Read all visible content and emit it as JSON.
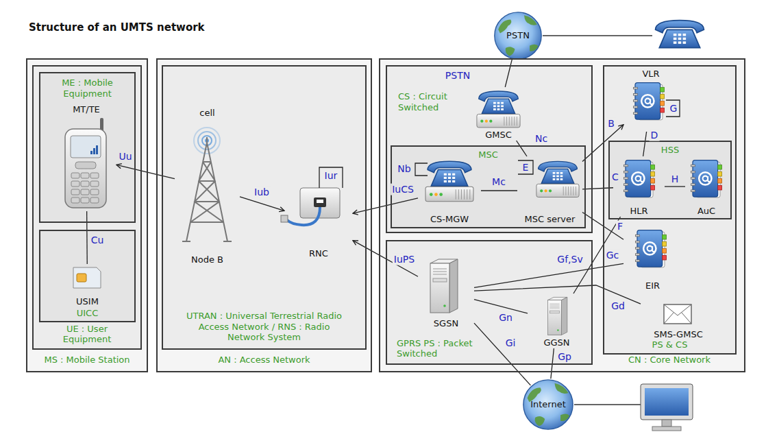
{
  "diagram": {
    "title": "Structure of an UMTS network",
    "nodes": [
      {
        "text": [
          "MS : Mobile Station"
        ]
      },
      {
        "text": [
          "UE : User Equipment"
        ],
        "in": 0
      },
      {
        "text": [
          "ME : Mobile Equipment"
        ],
        "in": 1
      },
      {
        "text": [
          "MT/TE"
        ],
        "in": 2
      },
      {
        "text": [
          "UICC"
        ],
        "in": 1
      },
      {
        "text": [
          "USIM"
        ],
        "in": 4
      },
      {
        "text": [
          "AN : Access Network"
        ]
      },
      {
        "text": [
          "UTRAN : Universal Terrestrial Radio Access Network / RNS : Radio Network System"
        ],
        "in": 6
      },
      {
        "text": [
          "cell",
          "Node B"
        ],
        "in": 7
      },
      {
        "text": [
          "RNC"
        ],
        "in": 7
      },
      {
        "text": [
          "PSTN"
        ]
      },
      {
        "text": [
          "CN : Core Network"
        ]
      },
      {
        "text": [
          "CS : Circuit Switched"
        ],
        "in": 11
      },
      {
        "text": [
          "GMSC"
        ],
        "in": 12
      },
      {
        "text": [
          "MSC"
        ],
        "in": 12
      },
      {
        "text": [
          "CS-MGW"
        ],
        "in": 14
      },
      {
        "text": [
          "MSC server"
        ],
        "in": 14
      },
      {
        "text": [
          "GPRS PS : Packet Switched"
        ],
        "in": 11
      },
      {
        "text": [
          "SGSN"
        ],
        "in": 17
      },
      {
        "text": [
          "GGSN"
        ],
        "in": 17
      },
      {
        "text": [
          "PS & CS"
        ],
        "in": 11
      },
      {
        "text": [
          "VLR"
        ],
        "in": 20
      },
      {
        "text": [
          "HSS"
        ],
        "in": 20
      },
      {
        "text": [
          "HLR"
        ],
        "in": 22
      },
      {
        "text": [
          "AuC"
        ],
        "in": 22
      },
      {
        "text": [
          "EIR"
        ],
        "in": 20
      },
      {
        "text": [
          "SMS-GMSC"
        ],
        "in": 20
      },
      {
        "text": [
          "Internet"
        ]
      }
    ],
    "edges": [
      {
        "from": 8,
        "to": 3,
        "label": "Uu",
        "arrow": "to"
      },
      {
        "from": 3,
        "to": 5,
        "label": "Cu",
        "arrow": "none"
      },
      {
        "from": 8,
        "to": 9,
        "label": "Iub",
        "arrow": "to"
      },
      {
        "from": 15,
        "to": 9,
        "label": "IuCS",
        "arrow": "to"
      },
      {
        "from": 18,
        "to": 9,
        "label": "IuPS",
        "arrow": "to"
      },
      {
        "from": 13,
        "to": 10,
        "label": "PSTN",
        "arrow": "none"
      },
      {
        "from": 13,
        "to": 16,
        "label": "Nc",
        "arrow": "none"
      },
      {
        "from": 15,
        "to": 16,
        "label": "Mc",
        "arrow": "none"
      },
      {
        "from": 16,
        "to": 21,
        "label": "B",
        "arrow": "to"
      },
      {
        "from": 16,
        "to": 23,
        "label": "C",
        "arrow": "none"
      },
      {
        "from": 21,
        "to": 23,
        "label": "D",
        "arrow": "none"
      },
      {
        "from": 23,
        "to": 24,
        "label": "H",
        "arrow": "none"
      },
      {
        "from": 16,
        "to": 25,
        "label": "F",
        "arrow": "none"
      },
      {
        "from": 18,
        "to": 25,
        "label": "Gf,Sv",
        "arrow": "none"
      },
      {
        "from": 18,
        "to": 26,
        "label": "Gd",
        "arrow": "none"
      },
      {
        "from": 19,
        "to": 23,
        "label": "Gc",
        "arrow": "none"
      },
      {
        "from": 18,
        "to": 19,
        "label": "Gn",
        "arrow": "none"
      },
      {
        "from": 18,
        "to": 27,
        "label": "Gi",
        "arrow": "none"
      },
      {
        "from": 19,
        "to": 27,
        "label": "Gp",
        "arrow": "none"
      }
    ],
    "labels": [
      "Iur",
      "Nb",
      "E",
      "G"
    ]
  }
}
